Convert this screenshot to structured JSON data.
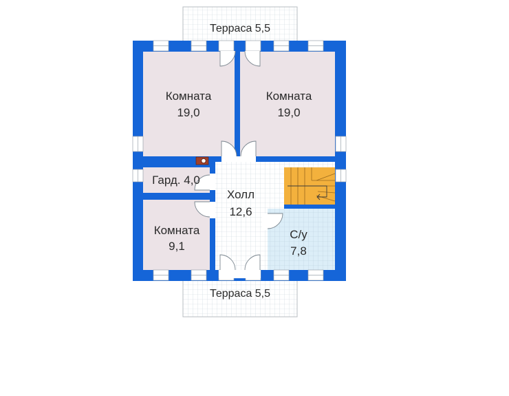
{
  "terrace_top": {
    "label": "Терраса 5,5"
  },
  "terrace_bottom": {
    "label": "Терраса 5,5"
  },
  "rooms": {
    "room_top_left": {
      "name": "Комната",
      "area": "19,0"
    },
    "room_top_right": {
      "name": "Комната",
      "area": "19,0"
    },
    "wardrobe": {
      "label": "Гард. 4,0"
    },
    "hall": {
      "name": "Холл",
      "area": "12,6"
    },
    "room_bottom_left": {
      "name": "Комната",
      "area": "9,1"
    },
    "bathroom": {
      "name": "С/у",
      "area": "7,8"
    }
  },
  "colors": {
    "wall": "#1565d8",
    "room_fill": "#ece3e7",
    "hall_fill": "#ffffff",
    "bath_fill": "#dceef8",
    "stair_fill": "#f3b13d",
    "terrace_fill": "#ffffff",
    "chimney": "#a0402a"
  }
}
